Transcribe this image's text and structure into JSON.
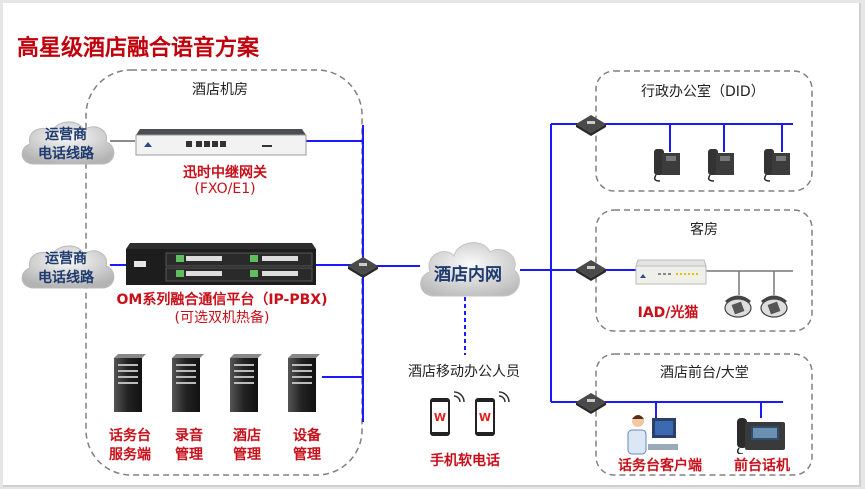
{
  "title": "高星级酒店融合语音方案",
  "zones": {
    "machine_room": "酒店机房",
    "admin_office": "行政办公室（DID）",
    "guest_room": "客房",
    "front_desk": "酒店前台/大堂"
  },
  "clouds": {
    "carrier_1": [
      "运营商",
      "电话线路"
    ],
    "carrier_2": [
      "运营商",
      "电话线路"
    ],
    "intranet": "酒店内网"
  },
  "devices": {
    "trunk_gateway": {
      "name": "迅时中继网关",
      "sub": "(FXO/E1)"
    },
    "ippbx": {
      "name": "OM系列融合通信平台（IP-PBX)",
      "sub": "(可选双机热备)"
    },
    "iad": {
      "name": "IAD/光猫"
    },
    "servers": [
      {
        "line1": "话务台",
        "line2": "服务端"
      },
      {
        "line1": "录音",
        "line2": "管理"
      },
      {
        "line1": "酒店",
        "line2": "管理"
      },
      {
        "line1": "设备",
        "line2": "管理"
      }
    ],
    "mobile": {
      "group_label": "酒店移动办公人员",
      "name": "手机软电话"
    },
    "operator_client": "话务台客户端",
    "front_phone": "前台话机"
  },
  "colors": {
    "title": "#c0000b",
    "label_red": "#c8101a",
    "link_blue": "#1a1aff",
    "cloud_text": "#1f3a6e",
    "dashed_border": "#808080"
  }
}
